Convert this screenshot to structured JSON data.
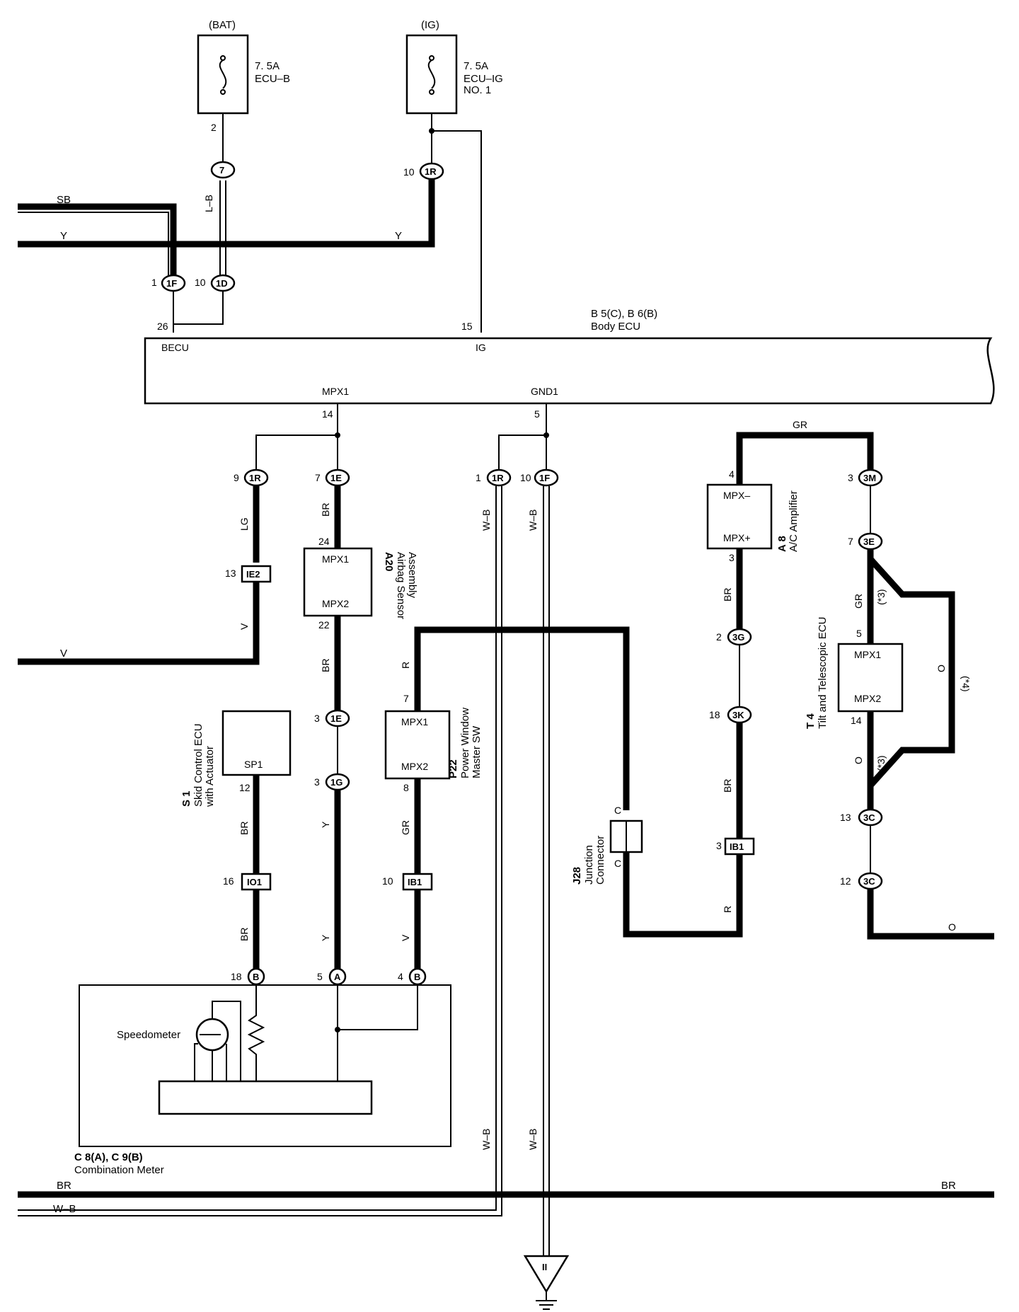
{
  "fuses": [
    {
      "id": "bat",
      "source": "(BAT)",
      "rating": "7. 5A",
      "name": "ECU–B",
      "name2": ""
    },
    {
      "id": "ig",
      "source": "(IG)",
      "rating": "7. 5A",
      "name": "ECU–IG",
      "name2": "NO. 1"
    }
  ],
  "body_ecu": {
    "code": "B 5(C), B 6(B)",
    "name": "Body ECU",
    "pins": {
      "becu": "BECU",
      "ig": "IG",
      "mpx1": "MPX1",
      "gnd1": "GND1"
    }
  },
  "pin_numbers": {
    "p2": "2",
    "p10a": "10",
    "p1": "1",
    "p10b": "10",
    "p26": "26",
    "p15": "15",
    "p14": "14",
    "p5": "5",
    "p9": "9",
    "p7a": "7",
    "p1b": "1",
    "p10c": "10",
    "p13": "13",
    "p24": "24",
    "p22": "22",
    "p3a": "3",
    "p3b": "3",
    "p7b": "7",
    "p8": "8",
    "p12": "12",
    "p16": "16",
    "p10d": "10",
    "p18": "18",
    "p5b": "5",
    "p4": "4",
    "p4b": "4",
    "p3c": "3",
    "p2b": "2",
    "p18b": "18",
    "p3d": "3",
    "p3e": "3",
    "p7c": "7",
    "p5c": "5",
    "p14b": "14",
    "p13b": "13",
    "p12b": "12"
  },
  "connectors": {
    "c7": "7",
    "c1R_top": "1R",
    "c1F_top": "1F",
    "c1D": "1D",
    "c1R_a": "1R",
    "c1E_a": "1E",
    "c1R_b": "1R",
    "c1F_b": "1F",
    "c1E_b": "1E",
    "c1G": "1G",
    "cB1": "B",
    "cA": "A",
    "cB2": "B",
    "c3M": "3M",
    "c3E": "3E",
    "c3G": "3G",
    "c3K": "3K",
    "c3C_a": "3C",
    "c3C_b": "3C"
  },
  "junctions": {
    "ie2": "IE2",
    "io1": "IO1",
    "ib1_a": "IB1",
    "ib1_b": "IB1"
  },
  "wire_colors": {
    "sb": "SB",
    "y1": "Y",
    "y2": "Y",
    "lb": "L–B",
    "lg": "LG",
    "v1": "V",
    "br1": "BR",
    "br2": "BR",
    "wb1": "W–B",
    "wb2": "W–B",
    "r1": "R",
    "gr1": "GR",
    "br3": "BR",
    "y3": "Y",
    "v2": "V",
    "br4": "BR",
    "gr2": "GR",
    "br5": "BR",
    "br6": "BR",
    "r2": "R",
    "gr3": "GR",
    "o1": "O",
    "o2": "O",
    "o3": "O",
    "br_bus_l": "BR",
    "br_bus_r": "BR",
    "wb_bus": "W–B",
    "wb3": "W–B",
    "wb4": "W–B",
    "star3a": "(*3)",
    "star3b": "(*3)",
    "star4": "(*4)"
  },
  "components": {
    "airbag": {
      "code": "A20",
      "name1": "Airbag Sensor",
      "name2": "Assembly",
      "pin1": "MPX1",
      "pin2": "MPX2"
    },
    "skid": {
      "code": "S 1",
      "name1": "Skid Control ECU",
      "name2": "with Actuator",
      "pin": "SP1"
    },
    "window": {
      "code": "P22",
      "name1": "Power Window",
      "name2": "Master SW",
      "pin1": "MPX1",
      "pin2": "MPX2"
    },
    "junction": {
      "code": "J28",
      "name1": "Junction",
      "name2": "Connector",
      "c1": "C",
      "c2": "C"
    },
    "ac": {
      "code": "A 8",
      "name": "A/C Amplifier",
      "pin1": "MPX–",
      "pin2": "MPX+"
    },
    "tilt": {
      "code": "T 4",
      "name": "Tilt and Telescopic ECU",
      "pin1": "MPX1",
      "pin2": "MPX2"
    },
    "meter": {
      "code": "C 8(A), C 9(B)",
      "name": "Combination Meter",
      "speedo": "Speedometer"
    },
    "ground": {
      "label": "II"
    }
  }
}
